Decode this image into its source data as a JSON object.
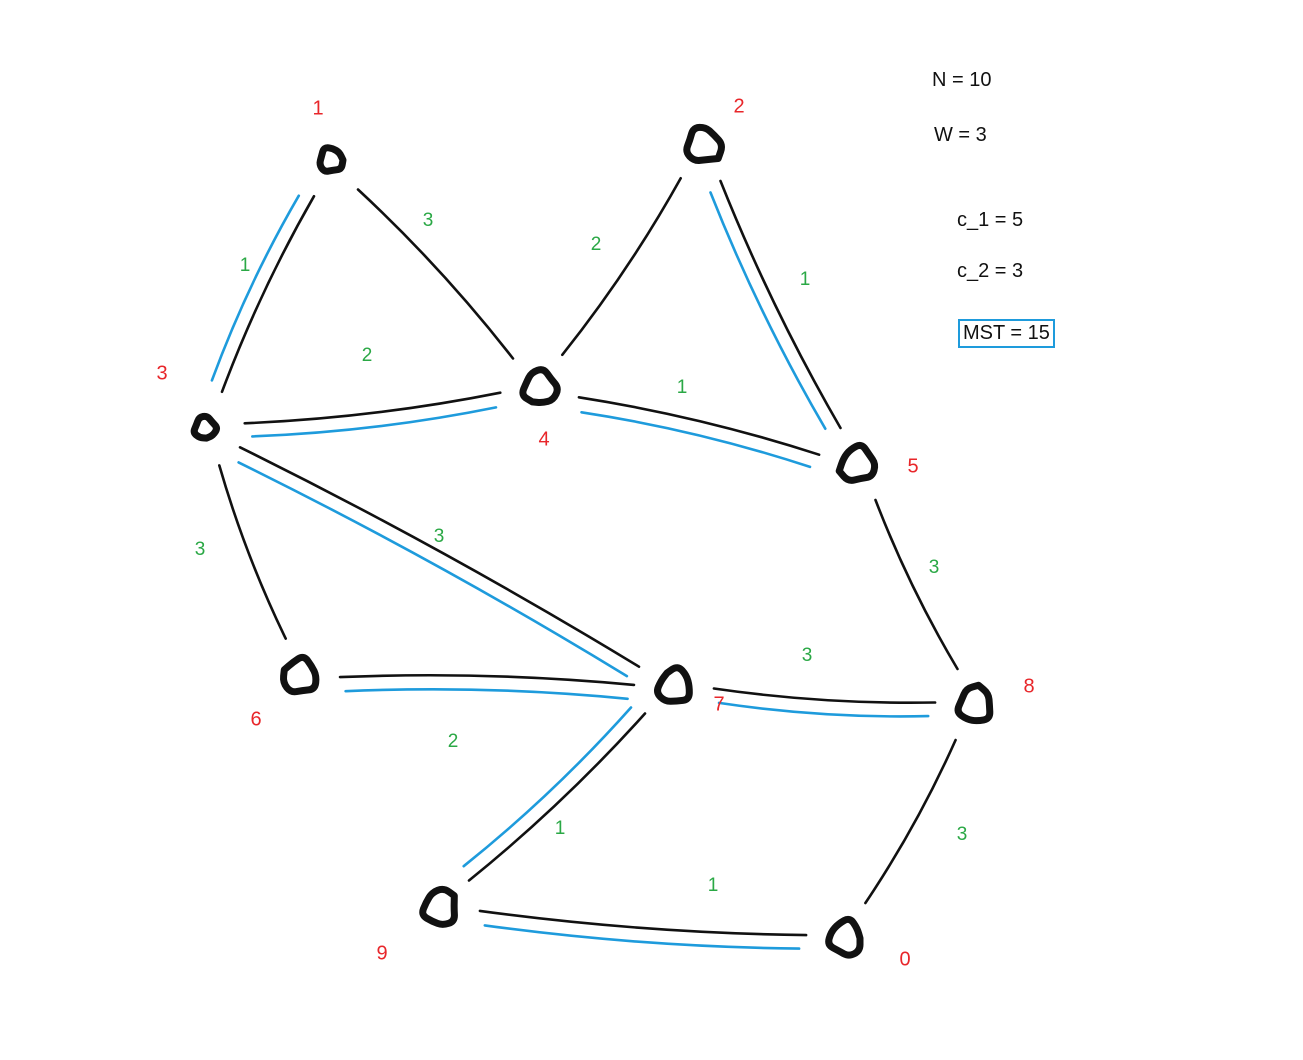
{
  "info": {
    "n": "N = 10",
    "w": "W = 3",
    "c1": "c_1 = 5",
    "c2": "c_2 = 3",
    "mst": "MST = 15"
  },
  "colors": {
    "node_stroke": "#111111",
    "node_label": "#e8262a",
    "weight_label": "#2aa845",
    "graph_edge": "#111111",
    "mst_edge": "#1e9bdc"
  },
  "nodes": [
    "1",
    "2",
    "3",
    "4",
    "5",
    "6",
    "7",
    "8",
    "9",
    "0"
  ],
  "edges": [
    {
      "from": "1",
      "to": "3",
      "weight": "1",
      "in_mst": true
    },
    {
      "from": "1",
      "to": "4",
      "weight": "3",
      "in_mst": false
    },
    {
      "from": "3",
      "to": "4",
      "weight": "2",
      "in_mst": true
    },
    {
      "from": "2",
      "to": "4",
      "weight": "2",
      "in_mst": false
    },
    {
      "from": "2",
      "to": "5",
      "weight": "1",
      "in_mst": true
    },
    {
      "from": "4",
      "to": "5",
      "weight": "1",
      "in_mst": true
    },
    {
      "from": "3",
      "to": "6",
      "weight": "3",
      "in_mst": false
    },
    {
      "from": "3",
      "to": "7",
      "weight": "3",
      "in_mst": true
    },
    {
      "from": "5",
      "to": "8",
      "weight": "3",
      "in_mst": false
    },
    {
      "from": "6",
      "to": "7",
      "weight": "2",
      "in_mst": true
    },
    {
      "from": "7",
      "to": "8",
      "weight": "3",
      "in_mst": true
    },
    {
      "from": "7",
      "to": "9",
      "weight": "1",
      "in_mst": true
    },
    {
      "from": "9",
      "to": "0",
      "weight": "1",
      "in_mst": true
    },
    {
      "from": "8",
      "to": "0",
      "weight": "3",
      "in_mst": false
    }
  ]
}
